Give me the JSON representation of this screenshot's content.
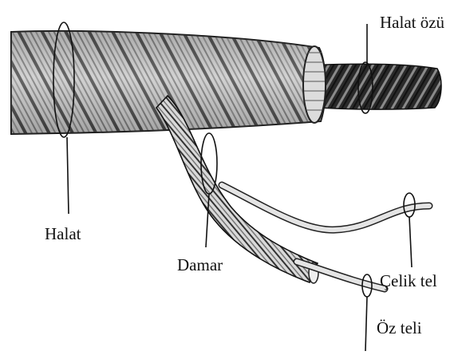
{
  "diagram": {
    "labels": {
      "core": "Halat özü",
      "rope": "Halat",
      "strand": "Damar",
      "wire": "Çelik tel",
      "core_wire": "Öz teli"
    }
  }
}
